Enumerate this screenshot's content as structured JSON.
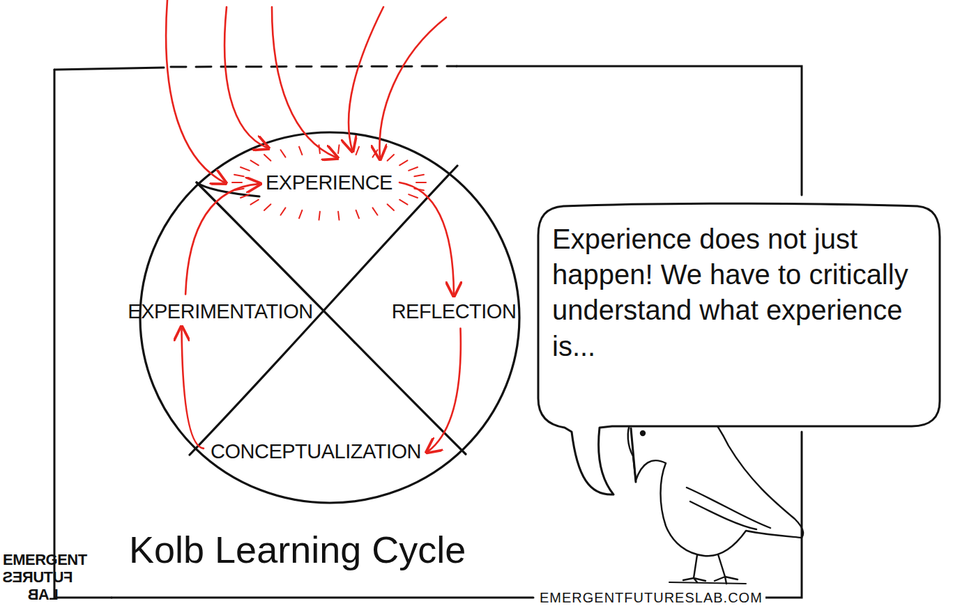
{
  "diagram": {
    "title": "Kolb Learning Cycle",
    "nodes": [
      {
        "text": [
          "EXPERIENCE"
        ]
      },
      {
        "text": [
          "EXPERIMENTATION"
        ]
      },
      {
        "text": [
          "REFLECTION"
        ]
      },
      {
        "text": [
          "CONCEPTUALIZATION"
        ]
      },
      {
        "text": [
          "Experience does not just happen! We have to critically understand what experience is..."
        ]
      }
    ],
    "edges": [
      {
        "from": 0,
        "to": 2,
        "arrow": "to"
      },
      {
        "from": 2,
        "to": 3,
        "arrow": "to"
      },
      {
        "from": 3,
        "to": 1,
        "arrow": "to"
      },
      {
        "from": 1,
        "to": 0,
        "arrow": "to"
      }
    ],
    "labels": [
      "EMERGENT",
      "FUTURES",
      "LAB",
      "EMERGENTFUTURESLAB.COM"
    ]
  }
}
